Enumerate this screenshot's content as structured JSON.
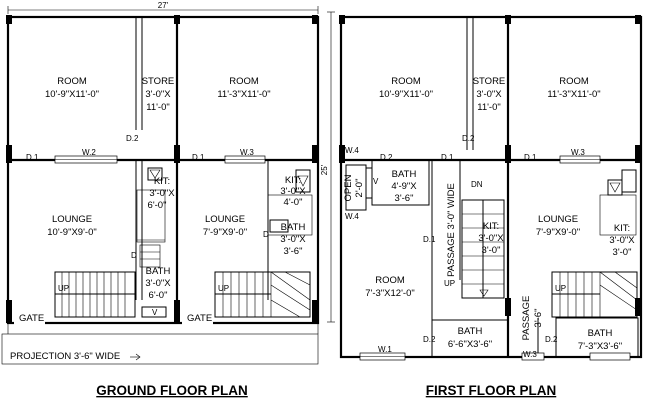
{
  "ground": {
    "title": "GROUND FLOOR PLAN",
    "overall_width": "27'",
    "room_left": {
      "name": "ROOM",
      "size": "10'-9\"X11'-0\""
    },
    "store": {
      "name": "STORE",
      "size1": "3'-0\"X",
      "size2": "11'-0\""
    },
    "room_right": {
      "name": "ROOM",
      "size": "11'-3\"X11'-0\""
    },
    "lounge_left": {
      "name": "LOUNGE",
      "size": "10'-9\"X9'-0\""
    },
    "lounge_right": {
      "name": "LOUNGE",
      "size": "7'-9\"X9'-0\""
    },
    "kit_left": {
      "name": "KIT:",
      "size1": "3'-0\"X",
      "size2": "6'-0\""
    },
    "kit_right": {
      "name": "KIT:",
      "size1": "3'-0\"X",
      "size2": "4'-0\""
    },
    "bath_left": {
      "name": "BATH",
      "size1": "3'-0\"X",
      "size2": "6'-0\""
    },
    "bath_right": {
      "name": "BATH",
      "size1": "3'-0\"X",
      "size2": "3'-6\""
    },
    "labels": {
      "d1": "D.1",
      "d2": "D.2",
      "d": "D",
      "w2": "W.2",
      "w3": "W.3",
      "v": "V",
      "up": "UP",
      "gate": "GATE"
    },
    "projection": "PROJECTION 3'-6\" WIDE"
  },
  "first": {
    "title": "FIRST FLOOR PLAN",
    "overall_depth": "25'",
    "room_left": {
      "name": "ROOM",
      "size": "10'-9\"X11'-0\""
    },
    "store": {
      "name": "STORE",
      "size1": "3'-0\"X",
      "size2": "11'-0\""
    },
    "room_right": {
      "name": "ROOM",
      "size": "11'-3\"X11'-0\""
    },
    "open": {
      "name": "OPEN",
      "size": "2'-0\""
    },
    "bath_top": {
      "name": "BATH",
      "size1": "4'-9\"X",
      "size2": "3'-6\""
    },
    "passage_vertical": "PASSAGE 3'-0\" WIDE",
    "kit": {
      "name": "KIT:",
      "size1": "3'-0\"X",
      "size2": "3'-0\""
    },
    "kit_right": {
      "name": "KIT:",
      "size1": "3'-0\"X",
      "size2": "3'-0\""
    },
    "lounge": {
      "name": "LOUNGE",
      "size": "7'-9\"X9'-0\""
    },
    "room_lower": {
      "name": "ROOM",
      "size": "7'-3\"X12'-0\""
    },
    "bath_mid": {
      "name": "BATH",
      "size": "6'-6\"X3'-6\""
    },
    "passage_small": {
      "name": "PASSAGE",
      "size": "3'-6\""
    },
    "bath_right": {
      "name": "BATH",
      "size": "7'-3\"X3'-6\""
    },
    "labels": {
      "w4": "W.4",
      "v": "V",
      "d1": "D.1",
      "d2": "D.2",
      "w1": "W.1",
      "w3": "W.3",
      "dn": "DN",
      "up": "UP"
    }
  }
}
